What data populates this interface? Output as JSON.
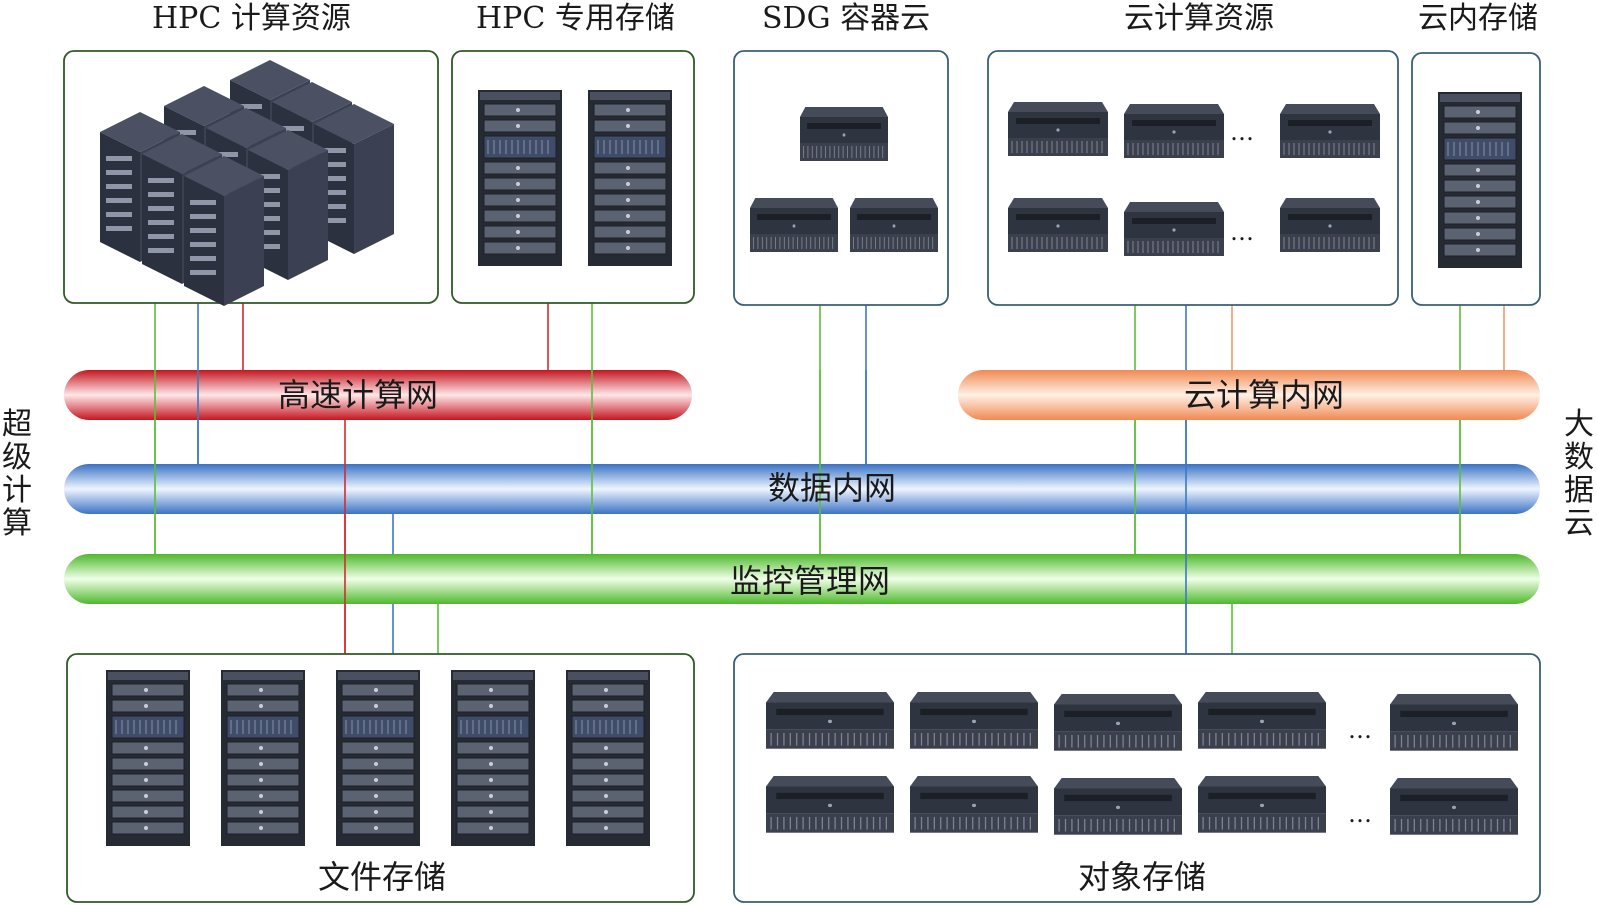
{
  "titles": {
    "hpc_compute": "HPC 计算资源",
    "hpc_storage": "HPC 专用存储",
    "sdg_cloud": "SDG 容器云",
    "cloud_compute": "云计算资源",
    "cloud_storage": "云内存储"
  },
  "side_labels": {
    "left": "超级计算",
    "right": "大数据云"
  },
  "networks": {
    "high_speed": "高速计算网",
    "cloud_internal": "云计算内网",
    "data_internal": "数据内网",
    "monitoring": "监控管理网"
  },
  "bottom": {
    "file_storage": "文件存储",
    "object_storage": "对象存储"
  },
  "ellipsis": "…",
  "colors": {
    "high_speed": "#d42a31",
    "cloud_internal": "#f29a6a",
    "data_internal": "#3b78c6",
    "monitoring": "#5cbf3a",
    "box_border": "#2e5a26",
    "box_border_cloud": "#3a5f74",
    "server_body": "#2f3441"
  }
}
